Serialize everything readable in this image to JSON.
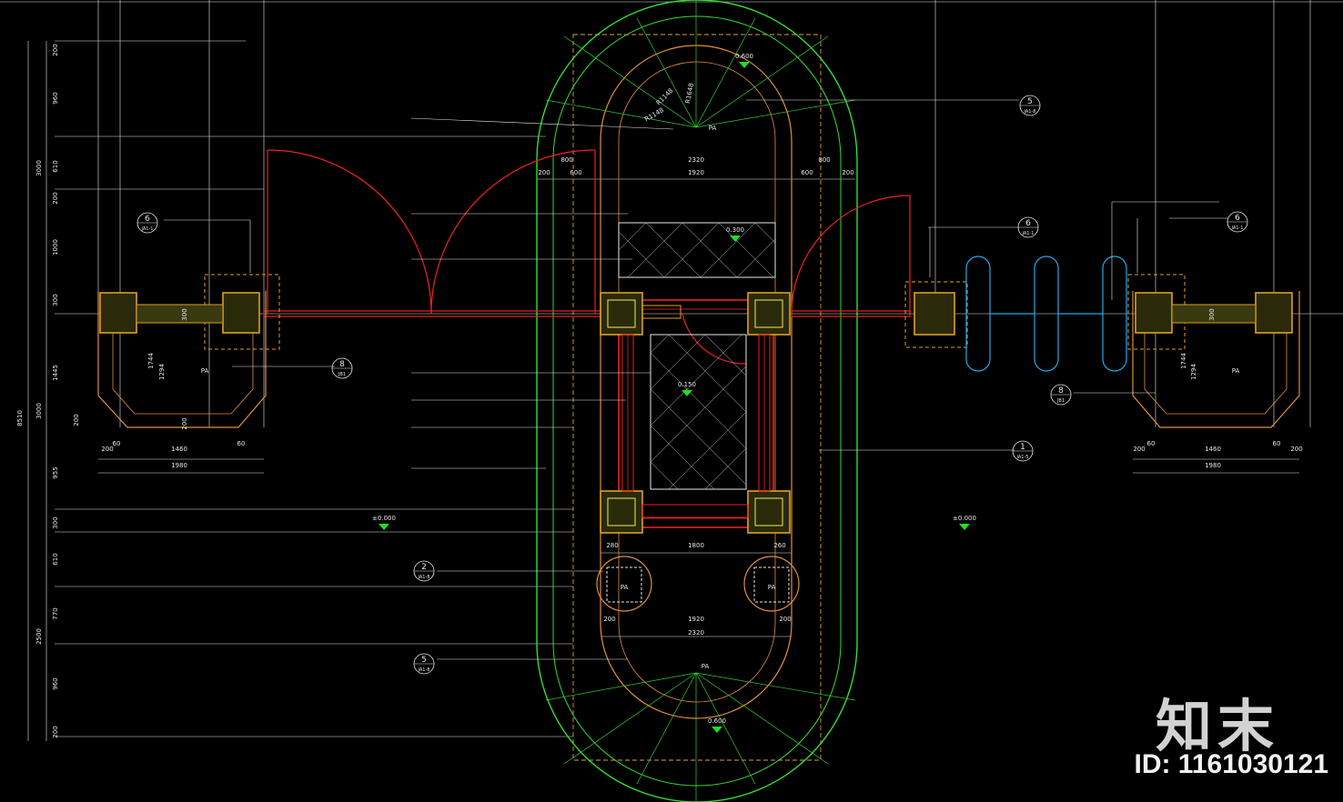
{
  "drawing": {
    "dimensions_left": [
      "200",
      "960",
      "3000",
      "610",
      "200",
      "1000",
      "300",
      "1445",
      "3000",
      "955",
      "300",
      "610",
      "770",
      "2500",
      "960",
      "200",
      "8510"
    ],
    "dimensions_left_pier": [
      "60",
      "200",
      "1460",
      "1980",
      "60",
      "200",
      "1744",
      "1294",
      "300",
      "200"
    ],
    "dimensions_right_pier": [
      "60",
      "200",
      "1460",
      "1980",
      "60",
      "200",
      "1744",
      "1294",
      "300"
    ],
    "dimensions_center": [
      "200",
      "600",
      "800",
      "1920",
      "2320",
      "800",
      "200",
      "600",
      "280",
      "1800",
      "260",
      "200",
      "1920",
      "2320",
      "200"
    ],
    "radii": [
      "R1148",
      "R1148",
      "R1648"
    ],
    "elevations": [
      "0.600",
      "0.300",
      "0.150",
      "±0.000",
      "±0.000",
      "0.600"
    ],
    "pa_labels": [
      "PA",
      "PA",
      "PA",
      "PA",
      "PA",
      "PA"
    ],
    "callouts": [
      {
        "num": "5",
        "sheet": "JA1-8"
      },
      {
        "num": "6",
        "sheet": "JA1-1"
      },
      {
        "num": "6",
        "sheet": "JA1-1"
      },
      {
        "num": "6",
        "sheet": "JA1-1"
      },
      {
        "num": "8",
        "sheet": "JB1"
      },
      {
        "num": "8",
        "sheet": "JB1"
      },
      {
        "num": "1",
        "sheet": "JA1-5"
      },
      {
        "num": "2",
        "sheet": "JA1-8"
      },
      {
        "num": "5",
        "sheet": "JA1-8"
      }
    ]
  },
  "watermark": {
    "brand": "知末",
    "id": "ID: 1161030121"
  }
}
